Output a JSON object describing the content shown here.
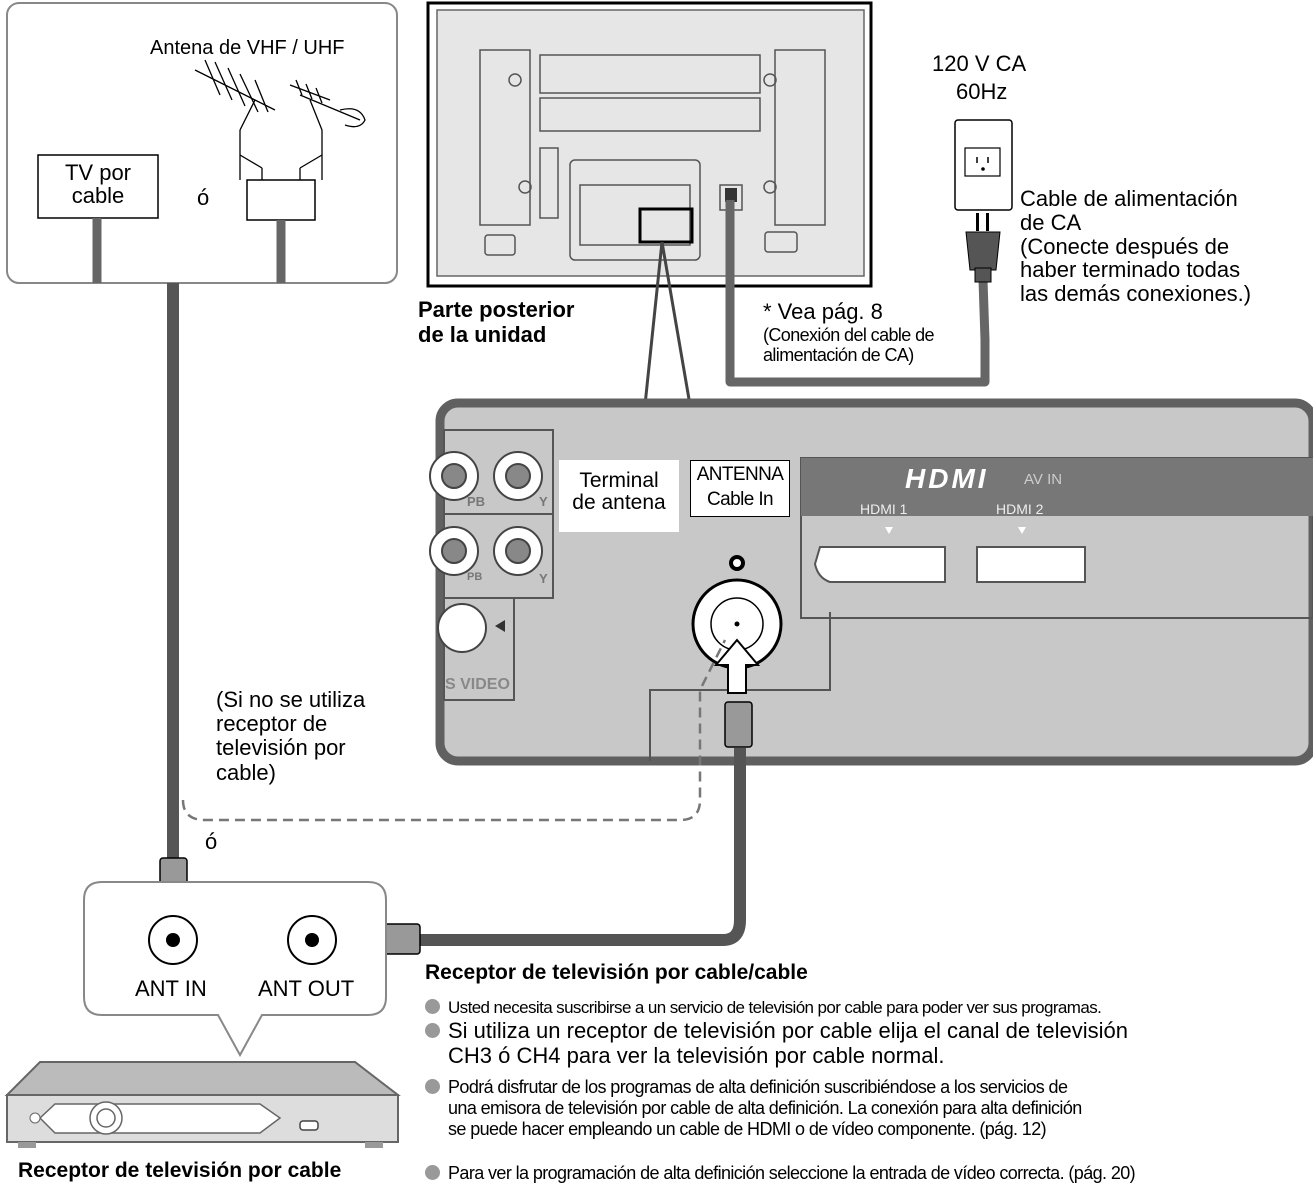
{
  "antenna": {
    "label": "Antena de VHF / UHF",
    "tv_cable": "TV por\ncable",
    "or": "ó"
  },
  "tv_rear": {
    "caption": "Parte posterior\nde la unidad"
  },
  "power": {
    "voltage": "120 V CA",
    "freq": "60Hz",
    "cable_note": "Cable de alimentación\nde CA\n(Conecte después de\nhaber terminado todas\nlas demás conexiones.)",
    "see_page": "* Vea pág. 8",
    "see_page_sub": "(Conexión del cable de\nalimentación de CA)"
  },
  "panel": {
    "terminal_label": "Terminal\nde antena",
    "antenna_box": "ANTENNA\nCable In",
    "hdmi_logo": "HDMI",
    "av_in": "AV IN",
    "hdmi1": "HDMI 1",
    "hdmi2": "HDMI 2",
    "pb": "PB",
    "y1": "Y",
    "pb2": "PB",
    "y2": "Y",
    "s_video": "S VIDEO"
  },
  "no_cable_note": "(Si no se utiliza\nreceptor de\ntelevisión por\ncable)",
  "or2": "ó",
  "cable_box": {
    "ant_in": "ANT IN",
    "ant_out": "ANT OUT",
    "caption": "Receptor de televisión por cable"
  },
  "info": {
    "title": "Receptor de televisión por cable/cable",
    "bullets": [
      "Usted necesita suscribirse a un servicio de televisión por cable para poder ver sus programas.",
      "Si utiliza un receptor de televisión por cable elija el canal de televisión\nCH3 ó CH4 para ver la televisión por cable normal.",
      "Podrá disfrutar de los programas de alta definición suscribiéndose a los servicios de\nuna emisora de televisión por cable de alta definición. La conexión para alta definición\nse puede hacer empleando un cable de HDMI o de vídeo componente. (pág. 12)",
      "Para ver la programación de alta definición seleccione la entrada de vídeo correcta. (pág. 20)"
    ]
  },
  "colors": {
    "panel_bg": "#c8c8c8",
    "panel_border": "#606060",
    "cable": "#666666",
    "bullet": "#999999"
  }
}
